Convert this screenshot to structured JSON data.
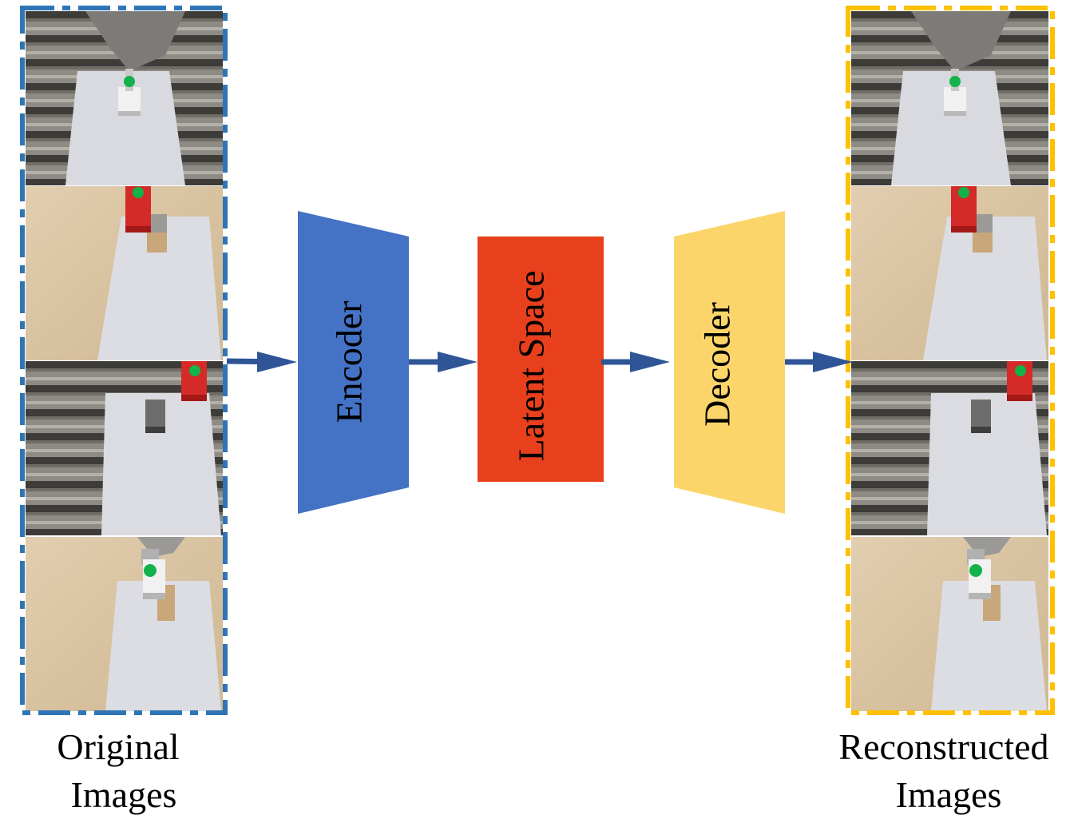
{
  "labels": {
    "original_line1": "Original",
    "original_line2": "Images",
    "reconstructed_line1": "Reconstructed",
    "reconstructed_line2": "Images",
    "encoder": "Encoder",
    "latent": "Latent Space",
    "decoder": "Decoder"
  },
  "colors": {
    "encoder": "#4472c4",
    "latent": "#e83f1c",
    "decoder": "#fcd56a",
    "arrow": "#2f5597",
    "original_border": "#2e75b6",
    "reconstructed_border": "#ffc000"
  },
  "image_tiles": [
    "grey-stripe-scene",
    "wood-table-red-block",
    "grey-stripe-red-block",
    "wood-table-gripper"
  ]
}
